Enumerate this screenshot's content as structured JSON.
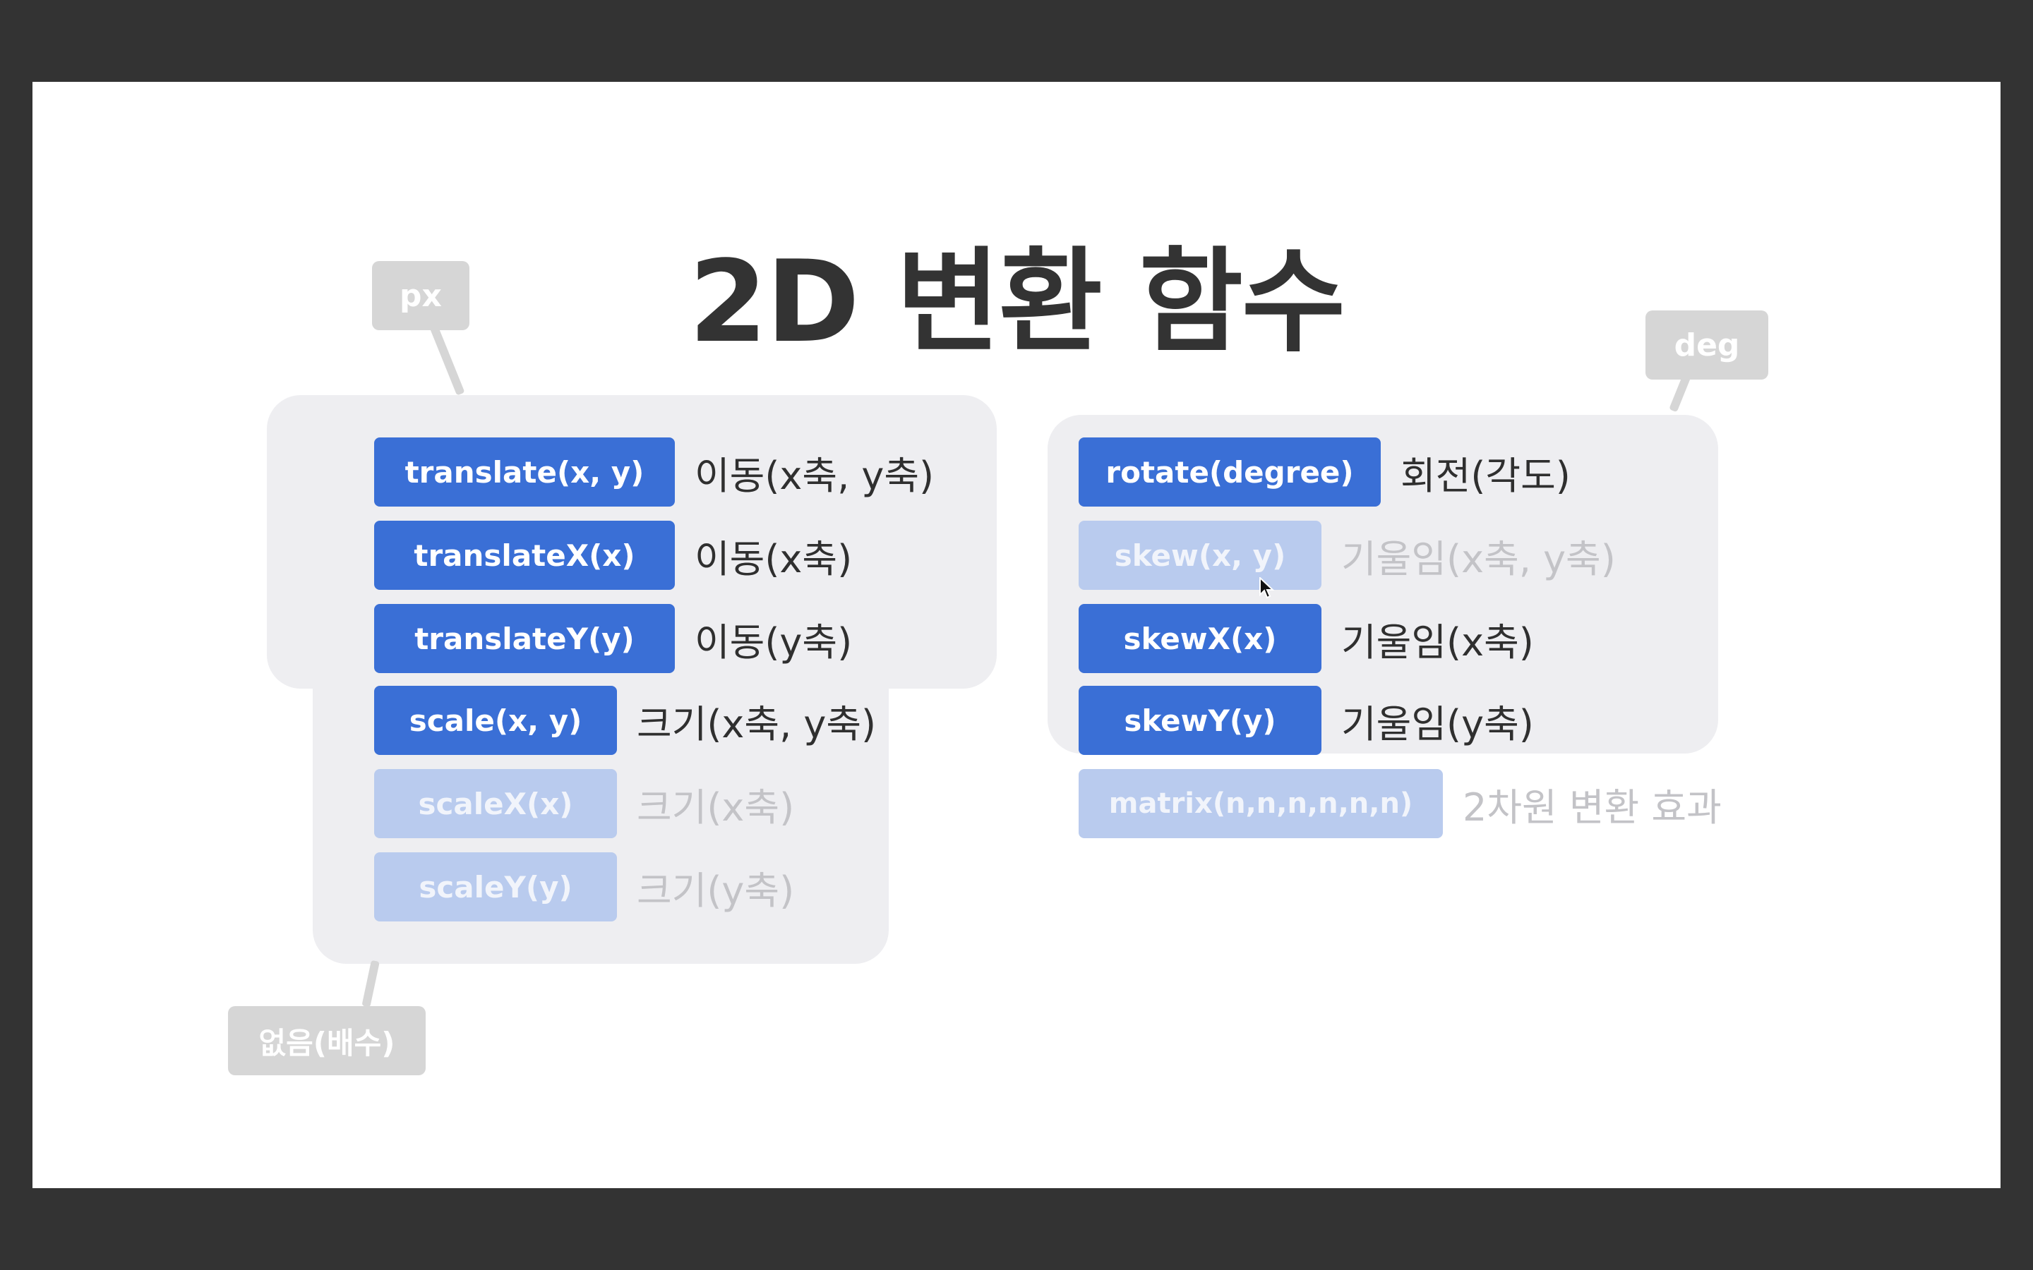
{
  "title": "2D 변환 함수",
  "unit_chips": {
    "px": "px",
    "deg": "deg",
    "none": "없음(배수)"
  },
  "functions": [
    {
      "fn": "translate(x, y)",
      "desc": "이동(x축, y축)",
      "active": true
    },
    {
      "fn": "translateX(x)",
      "desc": "이동(x축)",
      "active": true
    },
    {
      "fn": "translateY(y)",
      "desc": "이동(y축)",
      "active": true
    },
    {
      "fn": "scale(x, y)",
      "desc": "크기(x축, y축)",
      "active": true
    },
    {
      "fn": "scaleX(x)",
      "desc": "크기(x축)",
      "active": false
    },
    {
      "fn": "scaleY(y)",
      "desc": "크기(y축)",
      "active": false
    },
    {
      "fn": "rotate(degree)",
      "desc": "회전(각도)",
      "active": true
    },
    {
      "fn": "skew(x, y)",
      "desc": "기울임(x축, y축)",
      "active": false
    },
    {
      "fn": "skewX(x)",
      "desc": "기울임(x축)",
      "active": true
    },
    {
      "fn": "skewY(y)",
      "desc": "기울임(y축)",
      "active": true
    },
    {
      "fn": "matrix(n,n,n,n,n,n)",
      "desc": "2차원 변환 효과",
      "active": false
    }
  ],
  "colors": {
    "active": "#3a6fd6",
    "inactive": "#b9cbee",
    "panel": "#eeeef1",
    "chip": "#d6d6d6"
  }
}
